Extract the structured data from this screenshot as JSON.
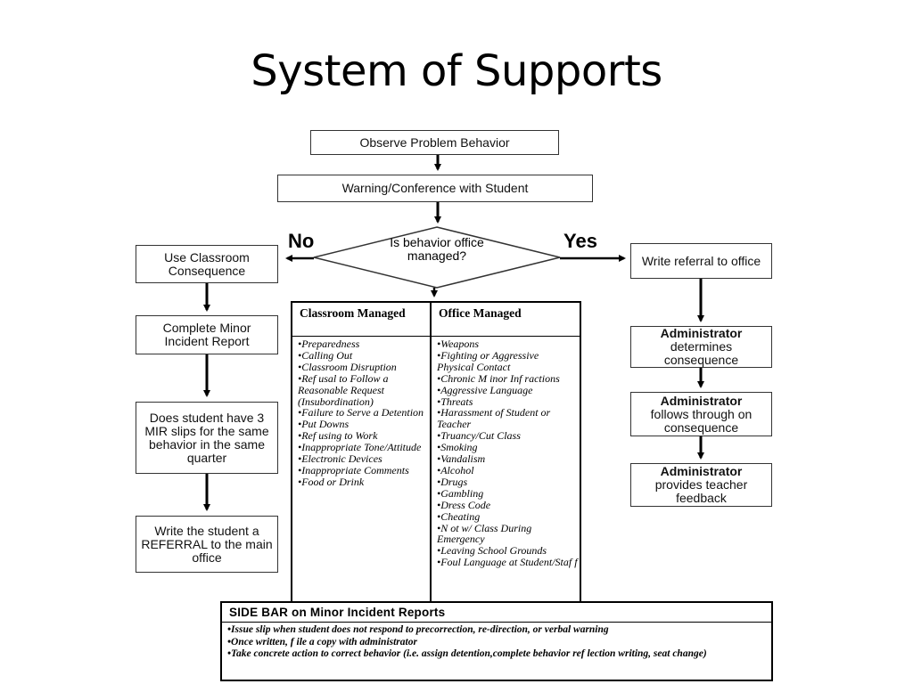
{
  "title": "System of Supports",
  "flow": {
    "observe": "Observe Problem Behavior",
    "warning": "Warning/Conference with Student",
    "decision": "Is behavior office managed?",
    "no_label": "No",
    "yes_label": "Yes",
    "left": {
      "consequence": "Use Classroom Consequence",
      "minor_report": "Complete Minor Incident Report",
      "mir_check": "Does student have 3 MIR slips for the same behavior in the same quarter",
      "referral": "Write the student a REFERRAL to the main office"
    },
    "right": {
      "write_referral": "Write referral to office",
      "admin1_title": "Administrator",
      "admin1_text": "determines consequence",
      "admin2_title": "Administrator",
      "admin2_text": "follows through on consequence",
      "admin3_title": "Administrator",
      "admin3_text": "provides teacher feedback"
    }
  },
  "table": {
    "classroom_header": "Classroom Managed",
    "office_header": "Office Managed",
    "classroom_items": [
      "•Preparedness",
      "•Calling Out",
      "•Classroom Disruption",
      "•Ref usal to Follow a Reasonable Request (Insubordination)",
      "•Failure to Serve a Detention",
      "•Put Downs",
      "•Ref using to Work",
      "•Inappropriate Tone/Attitude",
      "•Electronic Devices",
      "•Inappropriate Comments",
      "•Food or Drink"
    ],
    "office_items": [
      "•Weapons",
      "•Fighting or Aggressive Physical Contact",
      "•Chronic M inor Inf ractions",
      "•Aggressive Language",
      "•Threats",
      "•Harassment of Student or Teacher",
      "•Truancy/Cut Class",
      "•Smoking",
      "•Vandalism",
      "•Alcohol",
      "•Drugs",
      "•Gambling",
      "•Dress Code",
      "•Cheating",
      "•N ot w/ Class During Emergency",
      "•Leaving School Grounds",
      "•Foul Language at Student/Staf f"
    ]
  },
  "sidebar": {
    "title": "SIDE BAR on Minor Incident Reports",
    "items": [
      "•Issue slip when student does not respond to precorrection, re-direction, or verbal warning",
      "•Once written, f ile a copy with administrator",
      "•Take concrete action to correct behavior (i.e. assign detention,complete behavior ref lection writing, seat change)"
    ]
  }
}
